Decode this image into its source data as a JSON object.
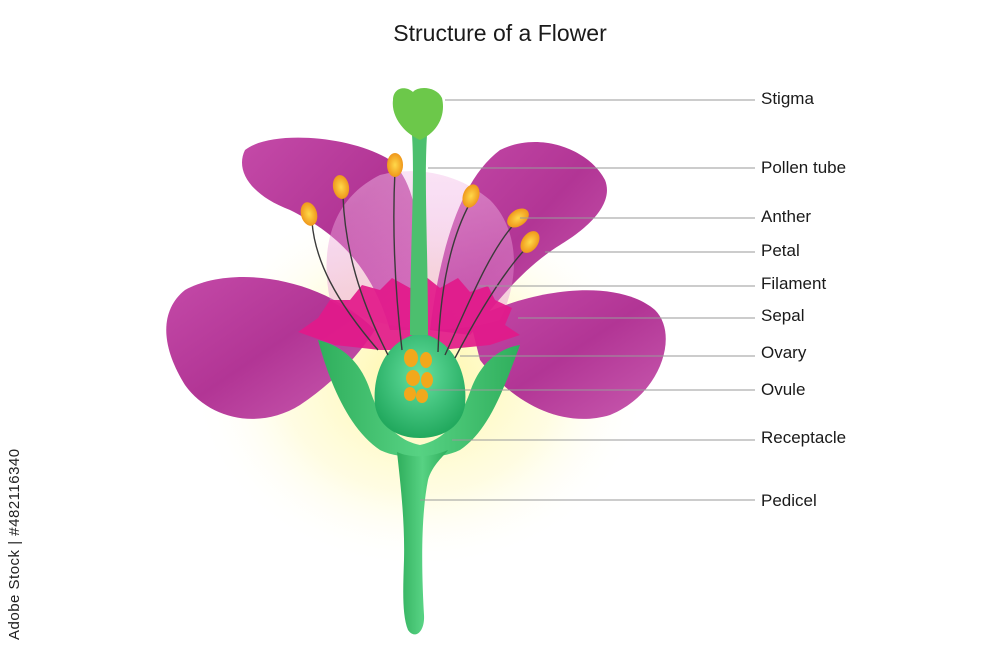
{
  "title": "Structure of a Flower",
  "labels": [
    {
      "id": "stigma",
      "text": "Stigma"
    },
    {
      "id": "pollen-tube",
      "text": "Pollen tube"
    },
    {
      "id": "anther",
      "text": "Anther"
    },
    {
      "id": "petal",
      "text": "Petal"
    },
    {
      "id": "filament",
      "text": "Filament"
    },
    {
      "id": "sepal",
      "text": "Sepal"
    },
    {
      "id": "ovary",
      "text": "Ovary"
    },
    {
      "id": "ovule",
      "text": "Ovule"
    },
    {
      "id": "receptacle",
      "text": "Receptacle"
    },
    {
      "id": "pedicel",
      "text": "Pedicel"
    }
  ],
  "watermark_id": "482116340",
  "stock_tag": "Adobe Stock | #482116340",
  "colors": {
    "petal": "#b8379a",
    "petal_light": "#e48ad0",
    "inner_petal": "#e5198a",
    "green": "#3fbf6a",
    "green_dark": "#1f9a52",
    "anther": "#f2a81c",
    "glow": "#fff7a8",
    "leader": "#9a9a9a"
  }
}
